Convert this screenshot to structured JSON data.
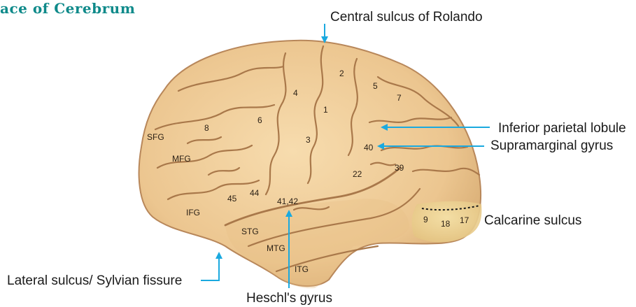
{
  "title": "ace of Cerebrum",
  "colors": {
    "accent": "#1aa9df",
    "title": "#0f8a8a",
    "brain": "#f0cf9c",
    "brain_shadow": "#c69863",
    "gyrus_line": "#a9784a"
  },
  "labels": {
    "central_sulcus": "Central sulcus of Rolando",
    "inferior_parietal": "Inferior parietal lobule",
    "supramarginal": "Supramarginal gyrus",
    "calcarine": "Calcarine sulcus",
    "lateral_sulcus": "Lateral sulcus/ Sylvian fissure",
    "heschl": "Heschl's gyrus"
  },
  "regions": {
    "sfg": "SFG",
    "mfg": "MFG",
    "ifg": "IFG",
    "stg": "STG",
    "mtg": "MTG",
    "itg": "ITG",
    "a1": "1",
    "a2": "2",
    "a3": "3",
    "a4": "4",
    "a5": "5",
    "a6": "6",
    "a7": "7",
    "a8": "8",
    "a9": "9",
    "a17": "17",
    "a18": "18",
    "a22": "22",
    "a39": "39",
    "a40": "40",
    "a44": "44",
    "a45": "45",
    "a4142": "41,42"
  }
}
